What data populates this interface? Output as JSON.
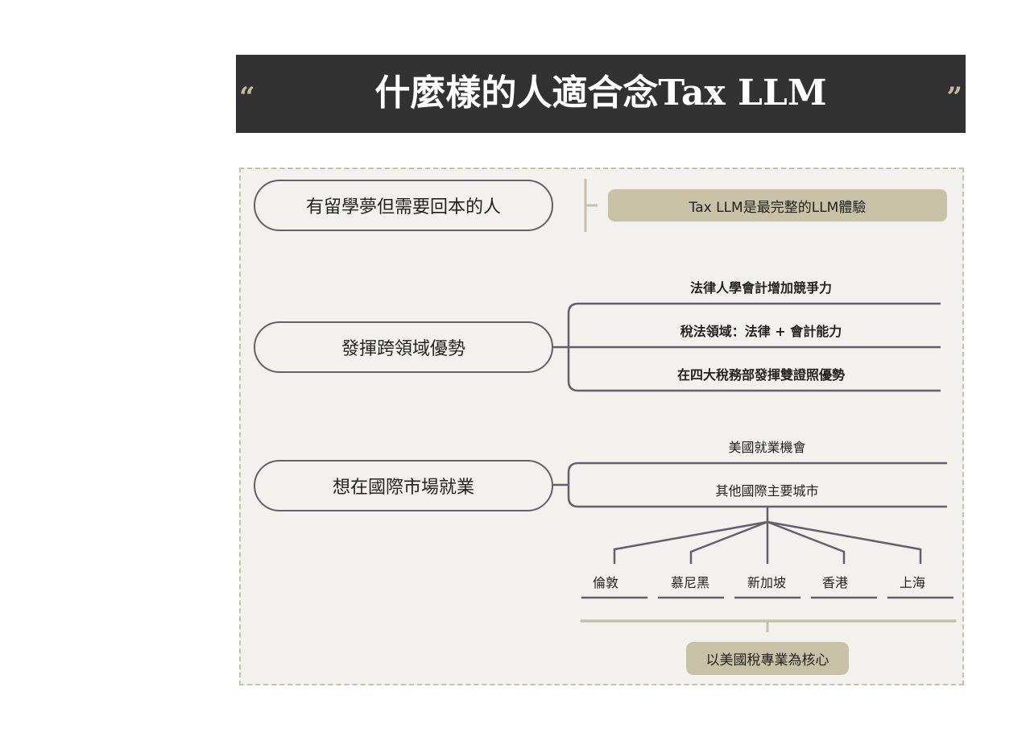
{
  "header": {
    "title_cjk": "什麼樣的人適合念",
    "title_latin": "Tax LLM",
    "open_quote": "“",
    "close_quote": "”"
  },
  "colors": {
    "banner_bg": "#323232",
    "panel_bg": "#f2f1ed",
    "accent_tan": "#c7c1a5",
    "line_gray": "#626069"
  },
  "diagram": {
    "nodes": [
      {
        "label": "有留學夢但需要回本的人",
        "children": [
          {
            "label": "Tax LLM是最完整的LLM體驗"
          }
        ]
      },
      {
        "label": "發揮跨領域優勢",
        "children": [
          {
            "label": "法律人學會計增加競爭力"
          },
          {
            "label": "稅法領域：法律 + 會計能力"
          },
          {
            "label": "在四大稅務部發揮雙證照優勢"
          }
        ]
      },
      {
        "label": "想在國際市場就業",
        "children": [
          {
            "label": "美國就業機會"
          },
          {
            "label": "其他國際主要城市",
            "cities": [
              "倫敦",
              "慕尼黑",
              "新加坡",
              "香港",
              "上海"
            ]
          }
        ],
        "conclusion": "以美國稅專業為核心"
      }
    ]
  }
}
